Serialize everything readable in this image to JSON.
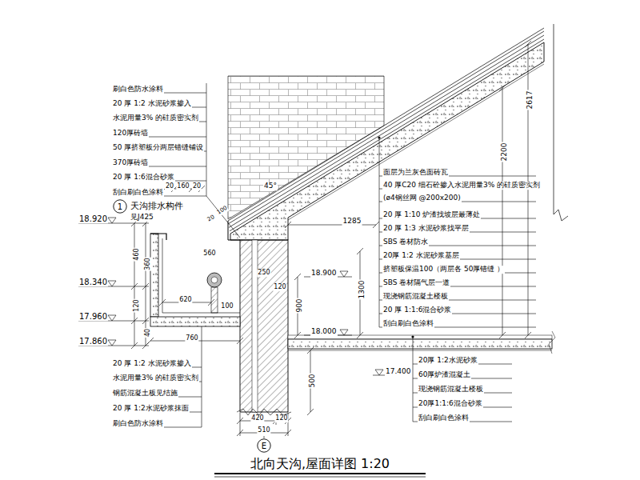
{
  "diagram": {
    "title": "北向天沟,屋面详图 1:20",
    "nodes": [
      {
        "text": [
          "1"
        ]
      },
      {
        "text": [
          "E"
        ]
      }
    ],
    "labels": [
      "刷白色防水涂料",
      "20 厚 1:2 水泥砂浆掺入",
      "水泥用量3% 的硅质密实剂",
      "120厚砖墙",
      "50 厚挤塑板分两层错缝铺设",
      "370厚砖墙",
      "20 厚 1:6混合砂浆",
      "刮白刷白色涂料",
      "天沟排水构件",
      "见J425",
      "18.920",
      "18.340",
      "17.960",
      "17.860",
      "20",
      "160",
      "20",
      "460",
      "360",
      "120",
      "40",
      "560",
      "620",
      "760",
      "250",
      "120",
      "100",
      "45°",
      "20",
      "100",
      "2200",
      "2617",
      "1285",
      "18.900",
      "1300",
      "900",
      "18.000",
      "面层为兰灰色面砖瓦",
      "40 厚C20 细石砼掺入水泥用量3% 的硅质密实剂",
      "(ø4钢丝网 @200x200)",
      "20 厚 1:10 炉渣找坡层最薄处",
      "20 厚 1:3 水泥砂浆找平层",
      "SBS 卷材防水",
      "20厚 1:2 水泥砂浆基层",
      "挤塑板保温100（两层各 50厚错缝 ）",
      "SBS 卷材隔气层一道",
      "现浇钢筋混凝土楼板",
      "20 厚 1:1:6混合砂浆",
      "刮白刷白色涂料",
      "20厚 1:2水泥砂浆",
      "60厚炉渣混凝土",
      "现浇钢筋混凝土楼板",
      "20厚1:1:6混合砂浆",
      "刮白刷白色涂料",
      "17.400",
      "500",
      "420",
      "120",
      "510",
      "20 厚 1:2 水泥砂浆掺入",
      "水泥用量3% 的硅质密实剂",
      "钢筋混凝土板见结施",
      "20 厚 1:2水泥砂浆抹面",
      "刷白色防水涂料"
    ]
  }
}
